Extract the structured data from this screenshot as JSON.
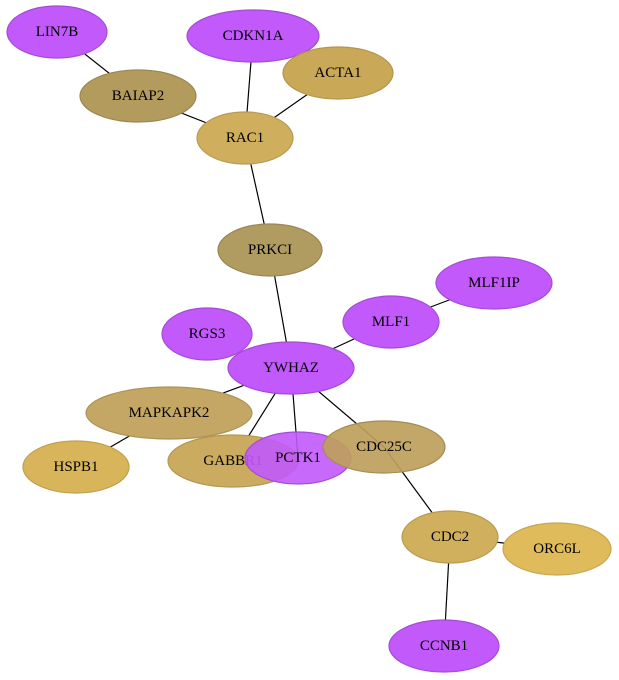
{
  "nodes": [
    {
      "id": "LIN7B",
      "label": "LIN7B",
      "color": "#c159fb",
      "stroke": "#a64ad6",
      "opacity": 1
    },
    {
      "id": "CDKN1A",
      "label": "CDKN1A",
      "color": "#c159fb",
      "stroke": "#a64ad6",
      "opacity": 1
    },
    {
      "id": "ACTA1",
      "label": "ACTA1",
      "color": "#c9a958",
      "stroke": "#b3964c",
      "opacity": 1
    },
    {
      "id": "BAIAP2",
      "label": "BAIAP2",
      "color": "#b39b5e",
      "stroke": "#9c8750",
      "opacity": 1
    },
    {
      "id": "RAC1",
      "label": "RAC1",
      "color": "#cfae5e",
      "stroke": "#b89a52",
      "opacity": 1
    },
    {
      "id": "PRKCI",
      "label": "PRKCI",
      "color": "#b09b61",
      "stroke": "#998653",
      "opacity": 1
    },
    {
      "id": "MLF1IP",
      "label": "MLF1IP",
      "color": "#c159fb",
      "stroke": "#a64ad6",
      "opacity": 1
    },
    {
      "id": "MLF1",
      "label": "MLF1",
      "color": "#c159fb",
      "stroke": "#a64ad6",
      "opacity": 1
    },
    {
      "id": "RGS3",
      "label": "RGS3",
      "color": "#c159fb",
      "stroke": "#a64ad6",
      "opacity": 1
    },
    {
      "id": "YWHAZ",
      "label": "YWHAZ",
      "color": "#c159fb",
      "stroke": "#a64ad6",
      "opacity": 1
    },
    {
      "id": "MAPKAPK2",
      "label": "MAPKAPK2",
      "color": "#c4a764",
      "stroke": "#ad9357",
      "opacity": 1
    },
    {
      "id": "HSPB1",
      "label": "HSPB1",
      "color": "#d8b45a",
      "stroke": "#c09f4e",
      "opacity": 1
    },
    {
      "id": "GABBR1",
      "label": "GABBR1",
      "color": "#cbab5f",
      "stroke": "#b49752",
      "opacity": 1
    },
    {
      "id": "PCTK1",
      "label": "PCTK1",
      "color": "#c159fb",
      "stroke": "#a64ad6",
      "opacity": 0.9
    },
    {
      "id": "CDC25C",
      "label": "CDC25C",
      "color": "#bda05c",
      "stroke": "#a68c50",
      "opacity": 0.92
    },
    {
      "id": "CDC2",
      "label": "CDC2",
      "color": "#d0b05c",
      "stroke": "#b99b50",
      "opacity": 1
    },
    {
      "id": "ORC6L",
      "label": "ORC6L",
      "color": "#e0bb5c",
      "stroke": "#c8a650",
      "opacity": 1
    },
    {
      "id": "CCNB1",
      "label": "CCNB1",
      "color": "#c159fb",
      "stroke": "#a64ad6",
      "opacity": 1
    }
  ],
  "edges": [
    {
      "source": "LIN7B",
      "target": "BAIAP2"
    },
    {
      "source": "BAIAP2",
      "target": "RAC1"
    },
    {
      "source": "CDKN1A",
      "target": "RAC1"
    },
    {
      "source": "ACTA1",
      "target": "RAC1"
    },
    {
      "source": "RAC1",
      "target": "PRKCI"
    },
    {
      "source": "PRKCI",
      "target": "YWHAZ"
    },
    {
      "source": "MLF1IP",
      "target": "MLF1"
    },
    {
      "source": "MLF1",
      "target": "YWHAZ"
    },
    {
      "source": "YWHAZ",
      "target": "MAPKAPK2"
    },
    {
      "source": "YWHAZ",
      "target": "GABBR1"
    },
    {
      "source": "YWHAZ",
      "target": "PCTK1"
    },
    {
      "source": "YWHAZ",
      "target": "CDC25C"
    },
    {
      "source": "MAPKAPK2",
      "target": "HSPB1"
    },
    {
      "source": "CDC25C",
      "target": "CDC2"
    },
    {
      "source": "CDC2",
      "target": "ORC6L"
    },
    {
      "source": "CDC2",
      "target": "CCNB1"
    }
  ]
}
